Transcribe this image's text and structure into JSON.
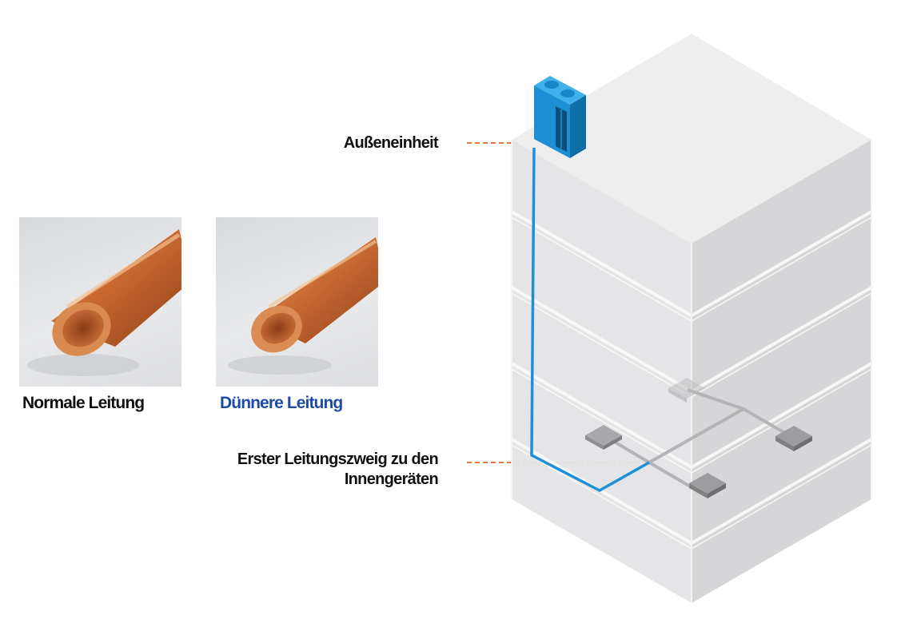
{
  "colors": {
    "accent_blue": "#1f4aa8",
    "pipe_blue": "#1e90d6",
    "leader_orange": "#e8763a",
    "text_dark": "#111111"
  },
  "pipes": [
    {
      "label": "Normale Leitung",
      "color": "#111111"
    },
    {
      "label": "Dünnere Leitung",
      "color": "#1f4aa8"
    }
  ],
  "callouts": {
    "outdoor_unit": "Außeneinheit",
    "first_branch": "Erster Leitungszweig zu den Innengeräten"
  },
  "icons": [
    "copper-pipe-icon",
    "outdoor-unit-icon",
    "indoor-unit-icon",
    "building-icon"
  ]
}
